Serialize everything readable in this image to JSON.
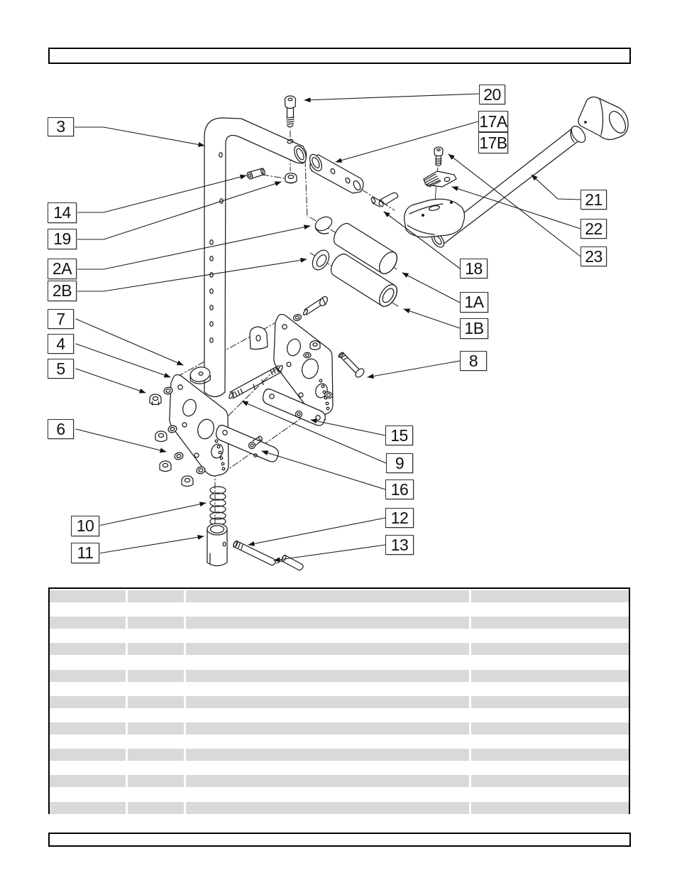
{
  "document": {
    "header_text": "",
    "footer_text": ""
  },
  "diagram": {
    "callouts": [
      {
        "label": "3"
      },
      {
        "label": "14"
      },
      {
        "label": "19"
      },
      {
        "label": "2A"
      },
      {
        "label": "2B"
      },
      {
        "label": "7"
      },
      {
        "label": "4"
      },
      {
        "label": "5"
      },
      {
        "label": "6"
      },
      {
        "label": "10"
      },
      {
        "label": "11"
      },
      {
        "label": "20"
      },
      {
        "label": "17A"
      },
      {
        "label": "17B"
      },
      {
        "label": "21"
      },
      {
        "label": "22"
      },
      {
        "label": "23"
      },
      {
        "label": "18"
      },
      {
        "label": "1A"
      },
      {
        "label": "1B"
      },
      {
        "label": "8"
      },
      {
        "label": "15"
      },
      {
        "label": "9"
      },
      {
        "label": "16"
      },
      {
        "label": "12"
      },
      {
        "label": "13"
      }
    ]
  },
  "table": {
    "row_count": 9,
    "column_count": 4,
    "cell_text": ""
  },
  "colors": {
    "line": "#1c1c1c",
    "table_row_fill": "#d9d9d9",
    "box_border": "#000000"
  }
}
